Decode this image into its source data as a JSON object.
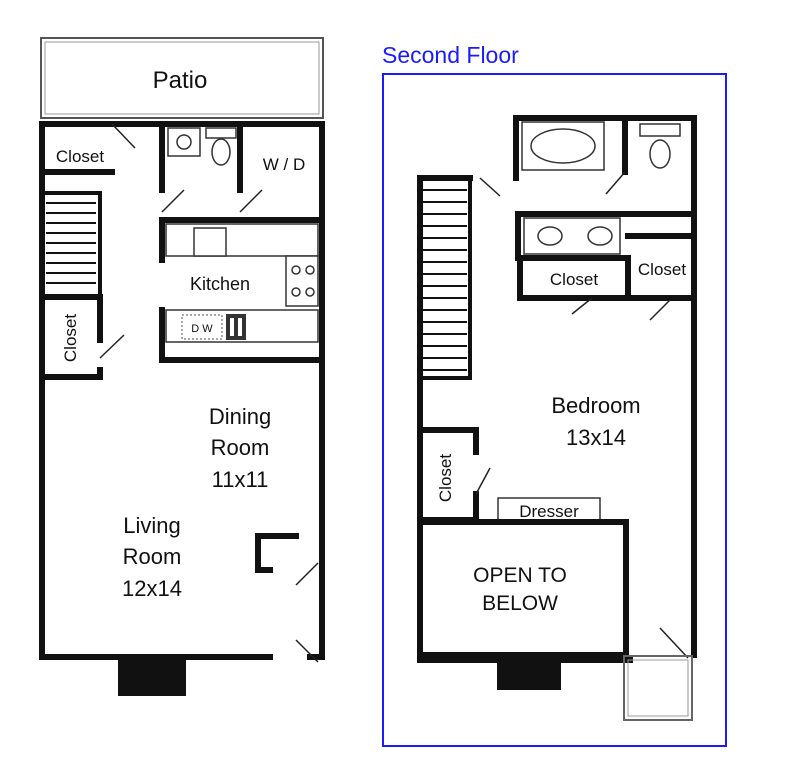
{
  "first_floor": {
    "patio": "Patio",
    "closet_top": "Closet",
    "wd": "W / D",
    "kitchen": "Kitchen",
    "dw": "D W",
    "closet_side": "Closet",
    "dining_line1": "Dining",
    "dining_line2": "Room",
    "dining_size": "11x11",
    "living_line1": "Living",
    "living_line2": "Room",
    "living_size": "12x14"
  },
  "second_floor": {
    "title": "Second Floor",
    "closet_a": "Closet",
    "closet_b": "Closet",
    "bedroom": "Bedroom",
    "bedroom_size": "13x14",
    "closet_side": "Closet",
    "dresser": "Dresser",
    "open_line1": "OPEN TO",
    "open_line2": "BELOW"
  },
  "colors": {
    "accent": "#1a1aff",
    "ink": "#111111"
  }
}
